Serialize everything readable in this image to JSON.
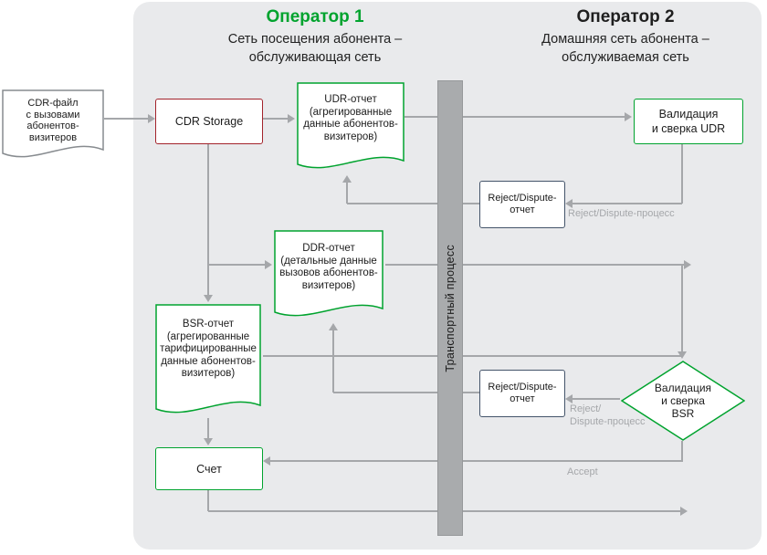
{
  "operators": [
    {
      "title": "Оператор 1",
      "subtitle": "Сеть посещения абонента –\nобслуживающая сеть"
    },
    {
      "title": "Оператор 2",
      "subtitle": "Домашняя сеть абонента –\nобслуживаемая сеть"
    }
  ],
  "nodes": {
    "cdr_file": {
      "text": "CDR-файл\nс вызовами\nабонентов-\nвизитеров"
    },
    "cdr_storage": {
      "text": "CDR Storage"
    },
    "udr_doc": {
      "text": "UDR-отчет\n(агрегированные\nданные абонентов-\nвизитеров)"
    },
    "validation_udr": {
      "text": "Валидация\nи сверка UDR"
    },
    "reject_top": {
      "text": "Reject/Dispute-\nотчет"
    },
    "ddr_doc": {
      "text": "DDR-отчет\n(детальные данные\nвызовов абонентов-\nвизитеров)"
    },
    "bsr_doc": {
      "text": "BSR-отчет\n(агрегированные\nтарифицированные\nданные абонентов-\nвизитеров)"
    },
    "reject_bottom": {
      "text": "Reject/Dispute-\nотчет"
    },
    "validation_bsr": {
      "text": "Валидация\nи сверка\nBSR"
    },
    "invoice": {
      "text": "Счет"
    },
    "transport": {
      "text": "Транспортный процесс"
    }
  },
  "labels": {
    "reject_process_top": "Reject/Dispute-процесс",
    "reject_process_bottom": "Reject/\nDispute-процесс",
    "accept": "Accept"
  },
  "colors": {
    "green": "#00a32e",
    "red_accent": "#a3232b",
    "dark_blue": "#44546a",
    "line_gray": "#a5a7aa",
    "label_gray": "#a5a7aa",
    "panel_bg": "#e9eaec",
    "bar_fill": "#a9abad",
    "bar_border": "#96989a",
    "doc_gray": "#878b8f",
    "text": "#1c1c1c"
  }
}
